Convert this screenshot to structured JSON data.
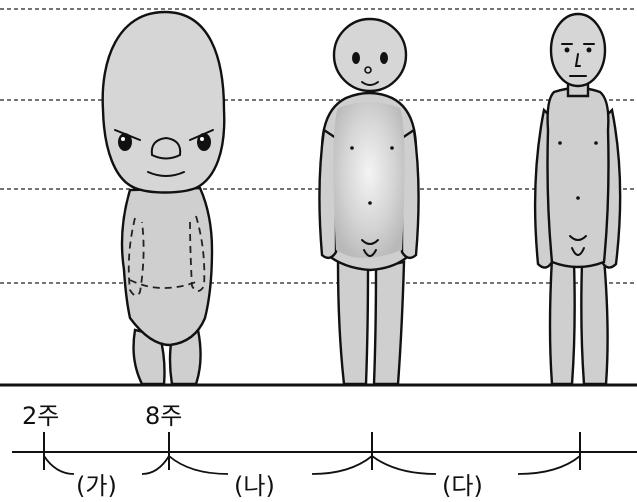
{
  "timeline": {
    "markers": [
      {
        "id": "week2",
        "label": "2주"
      },
      {
        "id": "week8",
        "label": "8주"
      }
    ],
    "phases": [
      {
        "id": "ga",
        "label": "(가)"
      },
      {
        "id": "na",
        "label": "(나)"
      },
      {
        "id": "da",
        "label": "(다)"
      }
    ]
  },
  "figures": [
    {
      "id": "embryo",
      "icon": "embryo-figure-icon"
    },
    {
      "id": "child",
      "icon": "child-figure-icon"
    },
    {
      "id": "adult",
      "icon": "adult-figure-icon"
    }
  ],
  "colors": {
    "body": "#cfcfcf",
    "outline": "#111111",
    "background": "#ffffff"
  }
}
